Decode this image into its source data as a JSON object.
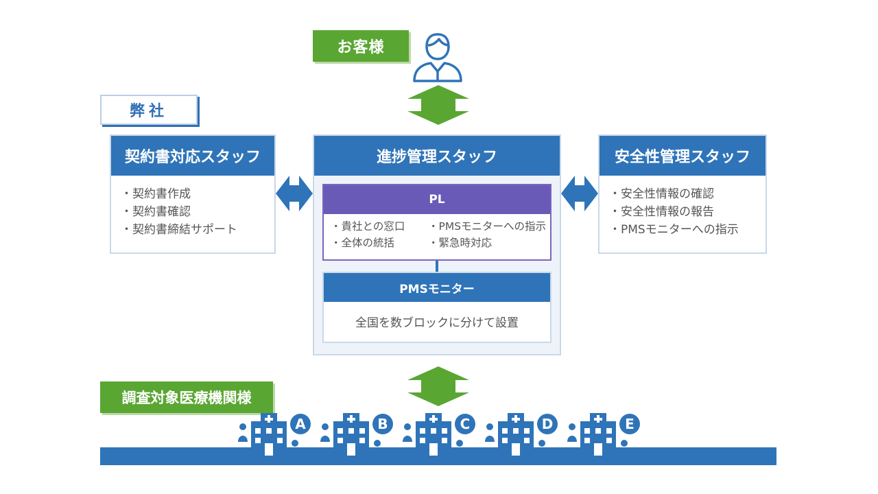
{
  "customer": {
    "tag": "お客様",
    "icon": "person-icon"
  },
  "company": {
    "tag": "弊社"
  },
  "contract_staff": {
    "title": "契約書対応スタッフ",
    "items": [
      "・契約書作成",
      "・契約書確認",
      "・契約書締結サポート"
    ]
  },
  "progress_staff": {
    "title": "進捗管理スタッフ",
    "pl": {
      "title": "PL",
      "items": [
        "・貴社との窓口",
        "・PMSモニターへの指示",
        "・全体の統括",
        "・緊急時対応"
      ]
    },
    "pms": {
      "title": "PMSモニター",
      "body": "全国を数ブロックに分けて設置"
    }
  },
  "safety_staff": {
    "title": "安全性管理スタッフ",
    "items": [
      "・安全性情報の確認",
      "・安全性情報の報告",
      "・PMSモニターへの指示"
    ]
  },
  "institutions": {
    "tag": "調査対象医療機関様",
    "hospitals": [
      "A",
      "B",
      "C",
      "D",
      "E"
    ]
  },
  "colors": {
    "green": "#5aa632",
    "blue": "#2f74b8",
    "purple": "#6a5ab8"
  }
}
